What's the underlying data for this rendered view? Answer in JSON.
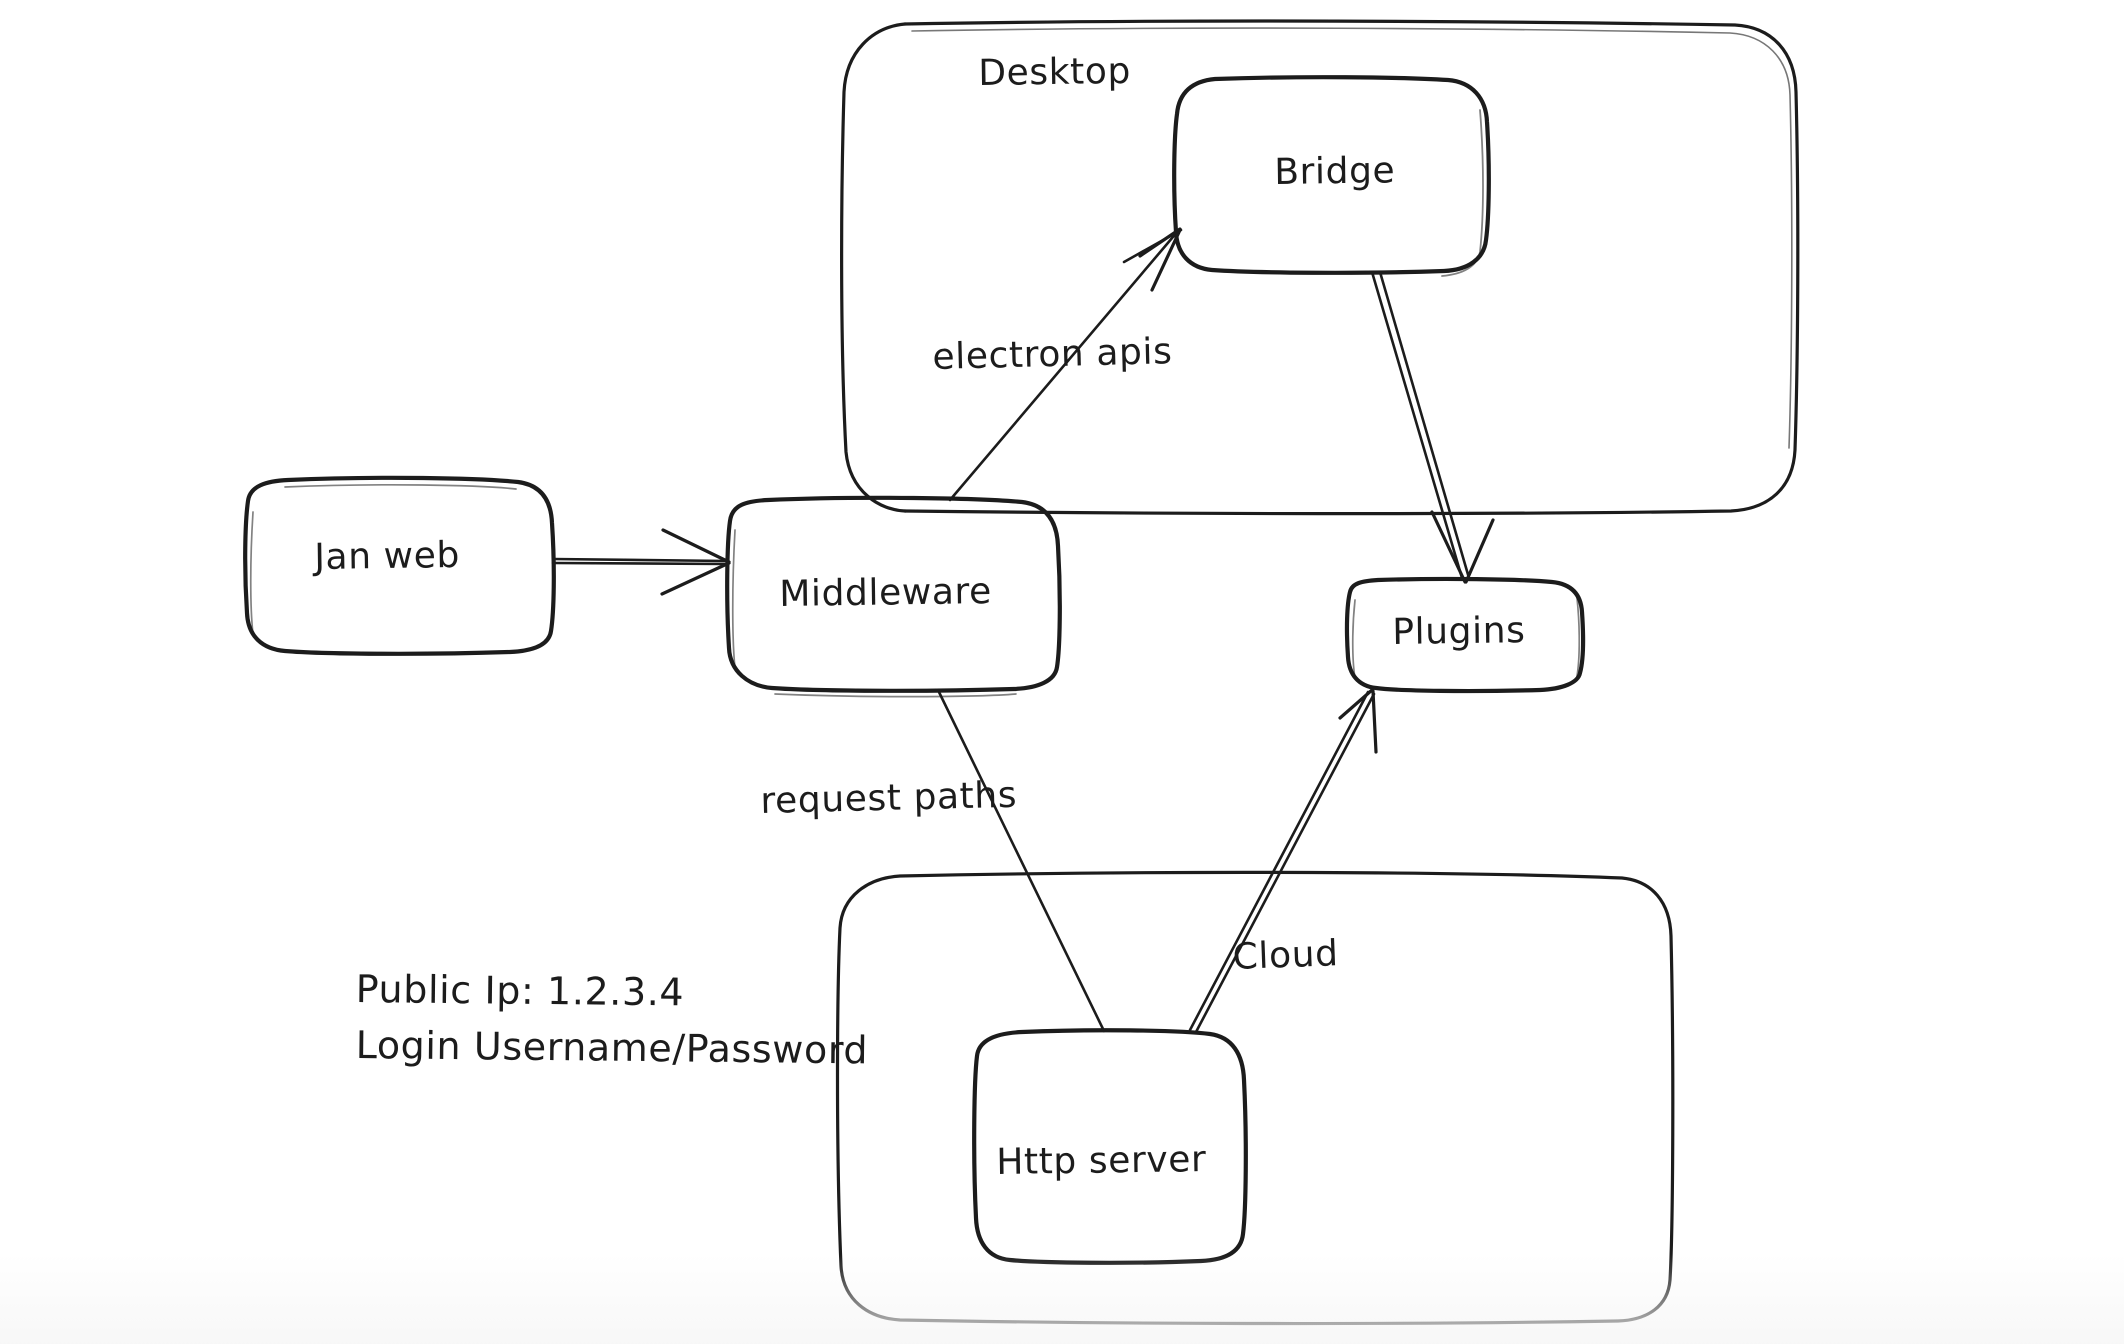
{
  "diagram": {
    "style": "hand-drawn whiteboard sketch",
    "background_color": "#ffffff",
    "stroke_color": "#1c1c1c",
    "containers": [
      {
        "id": "desktop",
        "label": "Desktop"
      },
      {
        "id": "cloud",
        "label": "Cloud"
      }
    ],
    "nodes": [
      {
        "id": "jan_web",
        "label": "Jan web"
      },
      {
        "id": "middleware",
        "label": "Middleware"
      },
      {
        "id": "bridge",
        "label": "Bridge"
      },
      {
        "id": "plugins",
        "label": "Plugins"
      },
      {
        "id": "http_server",
        "label": "Http server"
      }
    ],
    "edges": [
      {
        "id": "e1",
        "from": "jan_web",
        "to": "middleware",
        "label": ""
      },
      {
        "id": "e2",
        "from": "middleware",
        "to": "bridge",
        "label": "electron apis"
      },
      {
        "id": "e3",
        "from": "bridge",
        "to": "plugins",
        "label": ""
      },
      {
        "id": "e4",
        "from": "middleware",
        "to": "http_server",
        "label": "request paths"
      },
      {
        "id": "e5",
        "from": "http_server",
        "to": "plugins",
        "label": ""
      }
    ],
    "notes": {
      "public_ip_line": "Public Ip: 1.2.3.4",
      "login_line": "Login Username/Password"
    }
  }
}
